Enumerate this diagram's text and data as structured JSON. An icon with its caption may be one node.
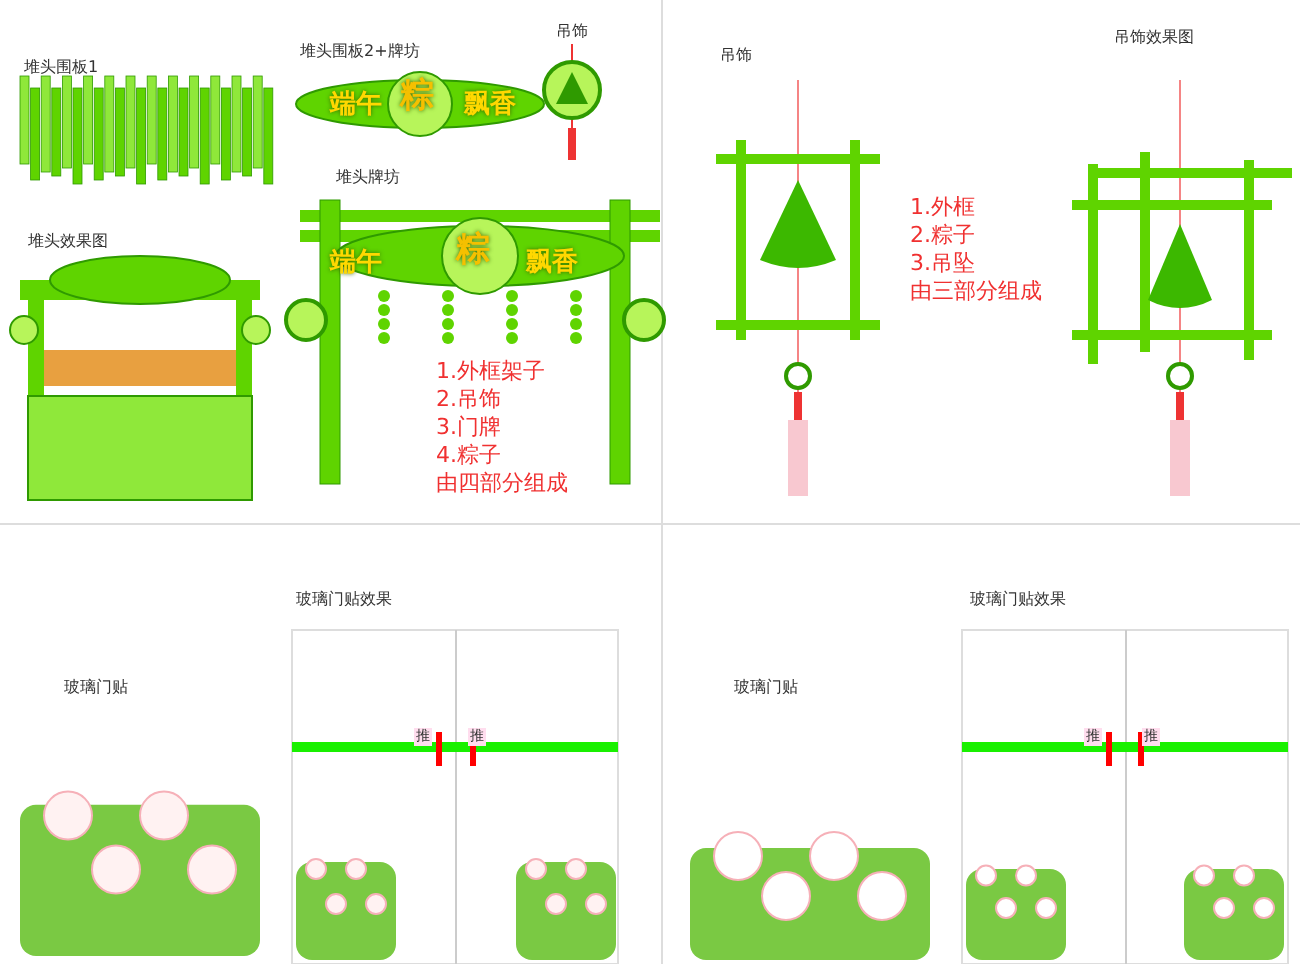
{
  "diagram": {
    "labels": [
      "堆头围板1",
      "堆头围板2+牌坊",
      "端午",
      "粽",
      "飘香",
      "吊饰",
      "堆头效果图",
      "堆头牌坊",
      "端午",
      "粽",
      "飘香",
      "1.外框架子",
      "2.吊饰",
      "3.门牌",
      "4.粽子",
      "由四部分组成",
      "吊饰",
      "吊饰效果图",
      "1.外框",
      "2.粽子",
      "3.吊坠",
      "由三部分组成",
      "玻璃门贴效果",
      "玻璃门贴",
      "推",
      "推",
      "玻璃门贴效果",
      "玻璃门贴",
      "推",
      "推"
    ]
  }
}
